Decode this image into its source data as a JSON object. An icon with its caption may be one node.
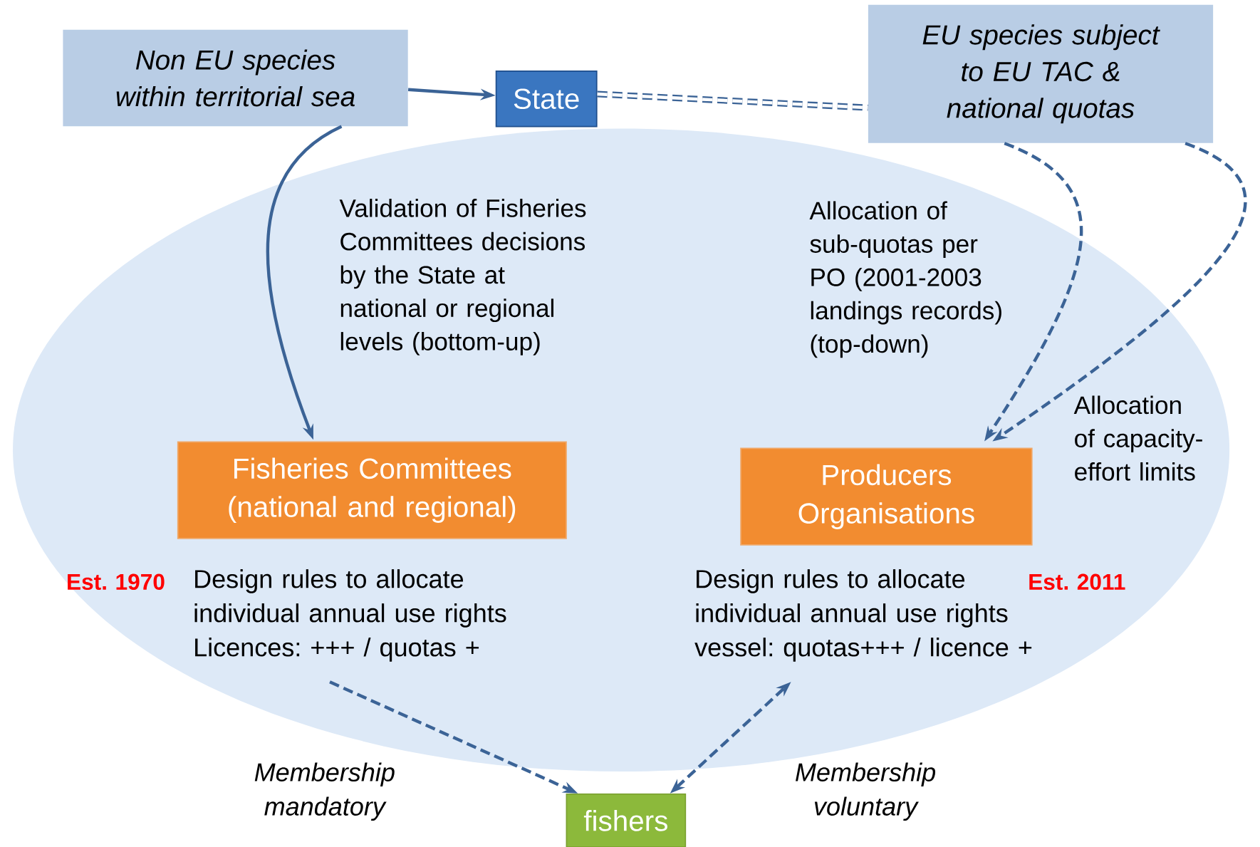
{
  "diagram": {
    "nodes": [
      {
        "text": [
          "Non EU species within territorial sea"
        ]
      },
      {
        "text": [
          "State"
        ]
      },
      {
        "text": [
          "EU species subject to EU TAC & national quotas"
        ]
      },
      {
        "text": [
          "Fisheries Committees (national and regional)"
        ]
      },
      {
        "text": [
          "Producers Organisations"
        ]
      },
      {
        "text": [
          "Design rules to allocate",
          "individual annual use rights",
          "Licences: +++ / quotas +"
        ]
      },
      {
        "text": [
          "Design rules to allocate",
          "individual annual use rights",
          "vessel: quotas+++ / licence +"
        ]
      },
      {
        "text": [
          "fishers"
        ]
      }
    ],
    "edges": [
      {
        "from": 0,
        "to": 1,
        "arrow": "to"
      },
      {
        "from": 0,
        "to": 3,
        "arrow": "to"
      },
      {
        "from": 1,
        "to": 2,
        "arrow": "none",
        "style": "dashed"
      },
      {
        "from": 2,
        "to": 4,
        "arrow": "to",
        "style": "dashed"
      },
      {
        "from": 2,
        "to": 4,
        "arrow": "to",
        "style": "dashed"
      },
      {
        "from": 5,
        "to": 7,
        "arrow": "to",
        "style": "dashed"
      },
      {
        "from": 7,
        "to": 6,
        "arrow": "both",
        "style": "dashed"
      }
    ],
    "labels": [
      "Validation of Fisheries Committees decisions by the State at national or regional levels (bottom-up)",
      "Allocation of sub-quotas per PO (2001-2003 landings records) (top-down)",
      "Allocation of capacity-effort limits",
      "Est. 1970",
      "Est. 2011",
      "Membership mandatory",
      "Membership voluntary"
    ]
  }
}
